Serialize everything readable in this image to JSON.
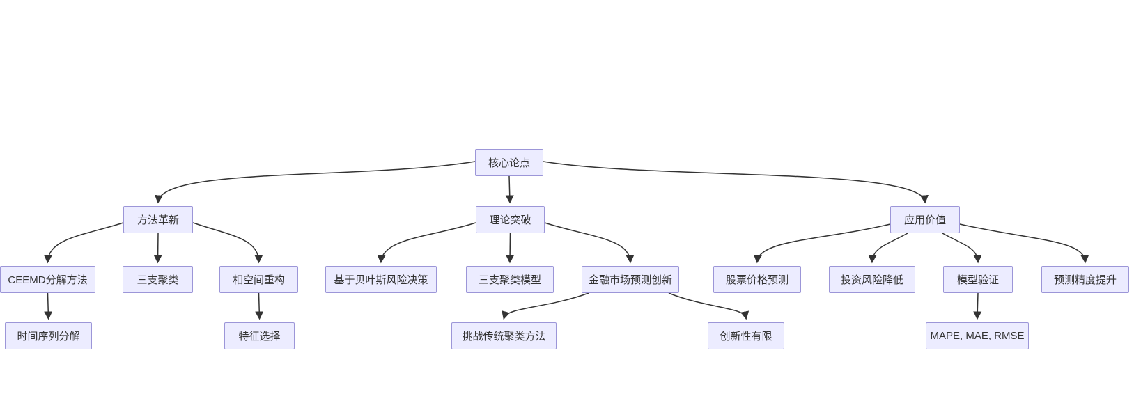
{
  "diagram": {
    "type": "flowchart-tree",
    "colors": {
      "background": "#ffffff",
      "node_fill": "#ECECFF",
      "node_border": "#9C96D8",
      "edge_stroke": "#333333",
      "text": "#333333"
    },
    "nodes": {
      "core": {
        "label": "核心论点"
      },
      "method": {
        "label": "方法革新"
      },
      "theory": {
        "label": "理论突破"
      },
      "application": {
        "label": "应用价值"
      },
      "ceemd": {
        "label": "CEEMD分解方法"
      },
      "threeway": {
        "label": "三支聚类"
      },
      "phase": {
        "label": "相空间重构"
      },
      "bayes": {
        "label": "基于贝叶斯风险决策"
      },
      "threeway_model": {
        "label": "三支聚类模型"
      },
      "finance": {
        "label": "金融市场预测创新"
      },
      "stock": {
        "label": "股票价格预测"
      },
      "risk": {
        "label": "投资风险降低"
      },
      "validation": {
        "label": "模型验证"
      },
      "accuracy": {
        "label": "预测精度提升"
      },
      "timeseries": {
        "label": "时间序列分解"
      },
      "feature": {
        "label": "特征选择"
      },
      "challenge": {
        "label": "挑战传统聚类方法"
      },
      "limited": {
        "label": "创新性有限"
      },
      "metrics": {
        "label": "MAPE, MAE, RMSE"
      }
    },
    "edges": [
      {
        "from": "核心论点",
        "to": "方法革新"
      },
      {
        "from": "核心论点",
        "to": "理论突破"
      },
      {
        "from": "核心论点",
        "to": "应用价值"
      },
      {
        "from": "方法革新",
        "to": "CEEMD分解方法"
      },
      {
        "from": "方法革新",
        "to": "三支聚类"
      },
      {
        "from": "方法革新",
        "to": "相空间重构"
      },
      {
        "from": "理论突破",
        "to": "基于贝叶斯风险决策"
      },
      {
        "from": "理论突破",
        "to": "三支聚类模型"
      },
      {
        "from": "理论突破",
        "to": "金融市场预测创新"
      },
      {
        "from": "应用价值",
        "to": "股票价格预测"
      },
      {
        "from": "应用价值",
        "to": "投资风险降低"
      },
      {
        "from": "应用价值",
        "to": "模型验证"
      },
      {
        "from": "应用价值",
        "to": "预测精度提升"
      },
      {
        "from": "CEEMD分解方法",
        "to": "时间序列分解"
      },
      {
        "from": "相空间重构",
        "to": "特征选择"
      },
      {
        "from": "金融市场预测创新",
        "to": "挑战传统聚类方法"
      },
      {
        "from": "金融市场预测创新",
        "to": "创新性有限"
      },
      {
        "from": "模型验证",
        "to": "MAPE, MAE, RMSE"
      }
    ]
  }
}
